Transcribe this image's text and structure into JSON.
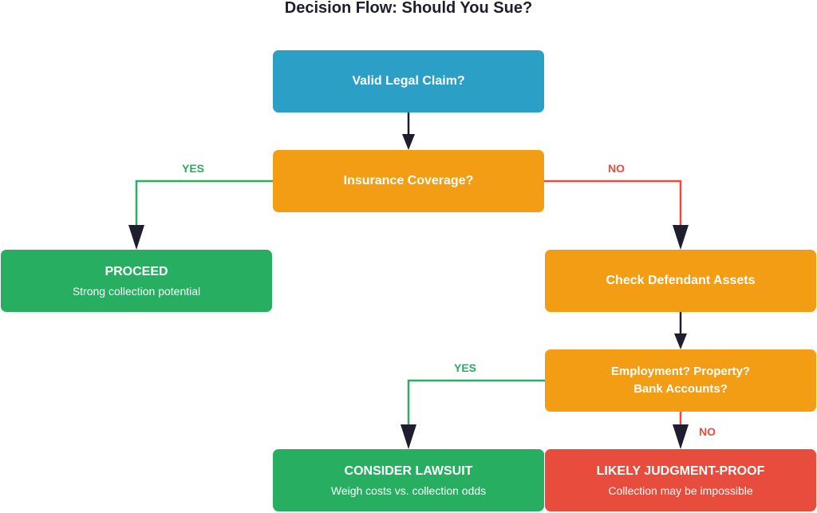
{
  "title": "Decision Flow: Should You Sue?",
  "colors": {
    "blue": "#2b9fc6",
    "orange": "#f29d14",
    "green": "#27ae60",
    "red": "#e84c3d",
    "arrow": "#1e1e2e"
  },
  "nodes": {
    "valid_claim": {
      "label": "Valid Legal Claim?"
    },
    "insurance": {
      "label": "Insurance Coverage?"
    },
    "proceed": {
      "label": "PROCEED",
      "sub": "Strong collection potential"
    },
    "check_assets": {
      "label": "Check Defendant Assets"
    },
    "employment": {
      "line1": "Employment? Property?",
      "line2": "Bank Accounts?"
    },
    "consider": {
      "label": "CONSIDER LAWSUIT",
      "sub": "Weigh costs vs. collection odds"
    },
    "judgment_proof": {
      "label": "LIKELY JUDGMENT-PROOF",
      "sub": "Collection may be impossible"
    }
  },
  "edges": {
    "insurance_yes": "YES",
    "insurance_no": "NO",
    "assets_yes": "YES",
    "assets_no": "NO"
  }
}
